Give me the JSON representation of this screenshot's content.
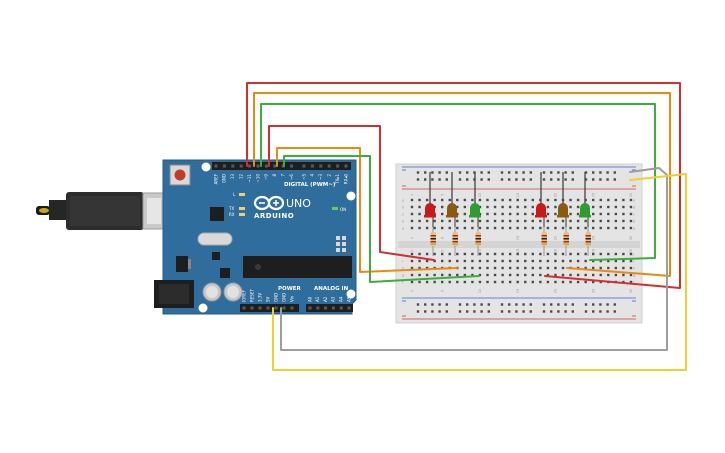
{
  "board": {
    "brand": "ARDUINO",
    "model": "UNO",
    "on_label": "ON",
    "digital_label": "DIGITAL (PWM~)",
    "power_label": "POWER",
    "analog_label": "ANALOG IN",
    "led_labels": [
      "L",
      "TX",
      "RX"
    ],
    "top_pins": [
      "AREF",
      "GND",
      "13",
      "12",
      "~11",
      "~10",
      "~9",
      "8",
      "7",
      "~6",
      "~5",
      "4",
      "~3",
      "2",
      "TX▸1",
      "RX◂0"
    ],
    "power_pins": [
      "IOREF",
      "RESET",
      "3.3V",
      "5V",
      "GND",
      "GND",
      "Vin"
    ],
    "analog_pins": [
      "A0",
      "A1",
      "A2",
      "A3",
      "A4",
      "A5"
    ]
  },
  "breadboard": {
    "row_letters_top": [
      "a",
      "b",
      "c",
      "d",
      "e"
    ],
    "row_letters_bottom": [
      "f",
      "g",
      "h",
      "i",
      "j"
    ],
    "column_numbers": [
      "1",
      "5",
      "10",
      "15",
      "20",
      "25",
      "30"
    ]
  },
  "leds": [
    {
      "name": "red-led-1",
      "color": "#c8191b"
    },
    {
      "name": "amber-led-1",
      "color": "#8a5a12"
    },
    {
      "name": "green-led-1",
      "color": "#2e9c2e"
    },
    {
      "name": "red-led-2",
      "color": "#c8191b"
    },
    {
      "name": "amber-led-2",
      "color": "#8a5a12"
    },
    {
      "name": "green-led-2",
      "color": "#2e9c2e"
    }
  ],
  "wire_colors": {
    "red": "#d32f2f",
    "orange": "#e98a12",
    "green": "#3cae3c",
    "gray": "#9e9e9e",
    "yellow": "#f2cf2e"
  },
  "colors": {
    "board": "#2f6d9c",
    "board_dark": "#245a83",
    "breadboard": "#e4e4e4",
    "rail_red": "#d63a3a",
    "rail_blue": "#3a5fd6"
  }
}
